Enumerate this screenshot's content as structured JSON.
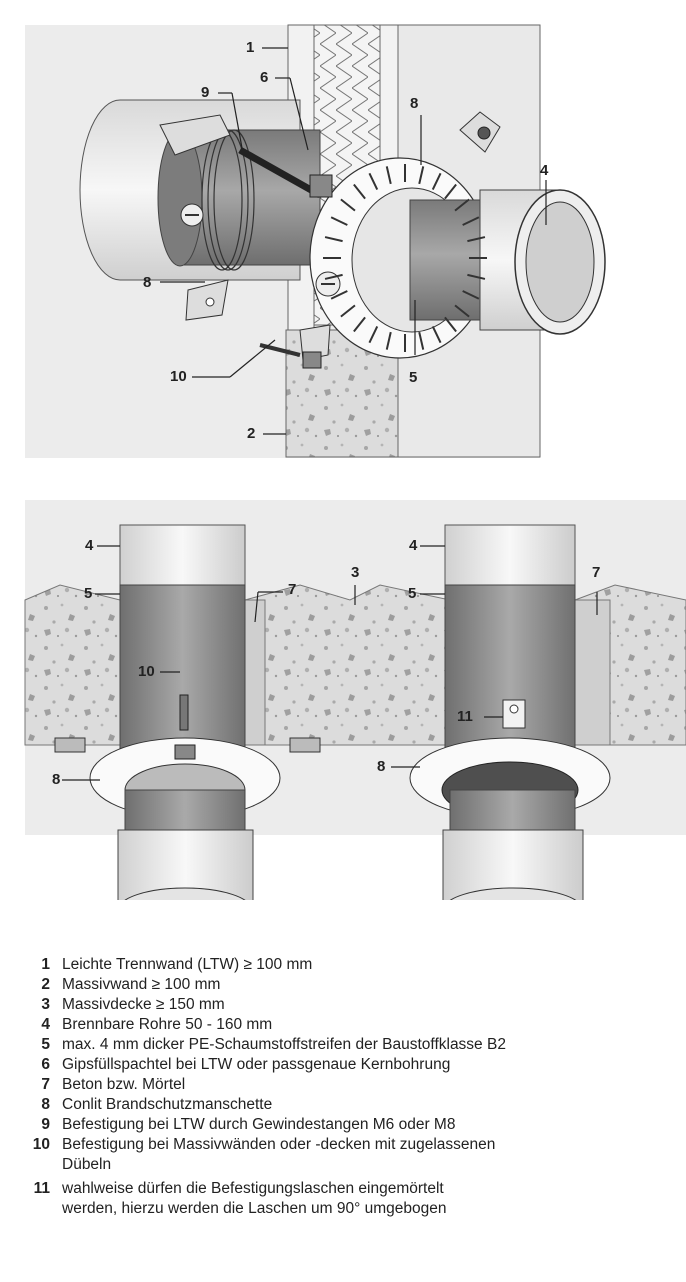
{
  "diagram": {
    "callouts_top": [
      "1",
      "6",
      "9",
      "8",
      "4",
      "8",
      "10",
      "5",
      "2"
    ],
    "callouts_bottom": [
      "4",
      "5",
      "7",
      "3",
      "10",
      "8",
      "4",
      "5",
      "7",
      "11",
      "8"
    ]
  },
  "legend": [
    {
      "num": "1",
      "lines": [
        "Leichte Trennwand (LTW) ≥ 100 mm"
      ]
    },
    {
      "num": "2",
      "lines": [
        "Massivwand ≥ 100 mm"
      ]
    },
    {
      "num": "3",
      "lines": [
        "Massivdecke  ≥ 150 mm"
      ]
    },
    {
      "num": "4",
      "lines": [
        "Brennbare Rohre  50 - 160 mm"
      ]
    },
    {
      "num": "5",
      "lines": [
        "max. 4 mm dicker PE-Schaumstoffstreifen der Baustoffklasse B2"
      ]
    },
    {
      "num": "6",
      "lines": [
        "Gipsfüllspachtel bei LTW oder passgenaue Kernbohrung"
      ]
    },
    {
      "num": "7",
      "lines": [
        "Beton bzw. Mörtel"
      ]
    },
    {
      "num": "8",
      "lines": [
        "Conlit Brandschutzmanschette"
      ]
    },
    {
      "num": "9",
      "lines": [
        "Befestigung bei LTW durch Gewindestangen M6 oder M8"
      ]
    },
    {
      "num": "10",
      "lines": [
        "Befestigung bei Massivwänden  oder -decken mit zugelassenen",
        "Dübeln"
      ]
    },
    {
      "num": "11",
      "lines": [
        "wahlweise dürfen die Befestigungslaschen eingemörtelt",
        "werden, hierzu werden die Laschen um 90° umgebogen"
      ]
    }
  ]
}
